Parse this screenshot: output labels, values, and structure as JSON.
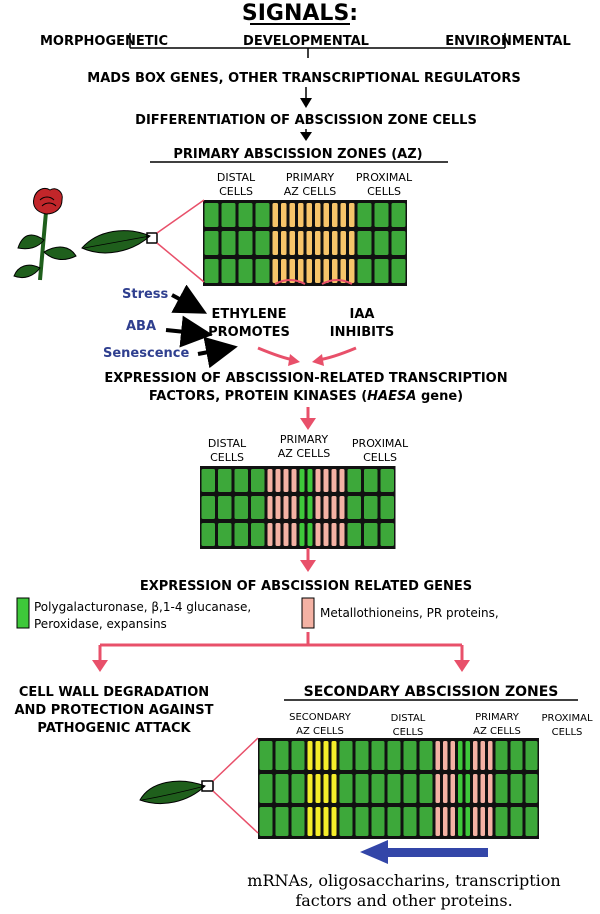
{
  "colors": {
    "green": "#3da83a",
    "green_dark": "#1f5f1c",
    "orange": "#f7c56a",
    "pink": "#f4b2a4",
    "bright_green": "#3ec83a",
    "yellow": "#f5ee2a",
    "red_arrow": "#e8506a",
    "blue_arrow": "#3346a8",
    "blue_text": "#2f3f8f"
  },
  "title": "SIGNALS:",
  "signals": [
    "MORPHOGENETIC",
    "DEVELOPMENTAL",
    "ENVIRONMENTAL"
  ],
  "step1": "MADS BOX GENES, OTHER TRANSCRIPTIONAL REGULATORS",
  "step2": "DIFFERENTIATION OF ABSCISSION ZONE CELLS",
  "primary_az_title": "PRIMARY ABSCISSION ZONES (AZ)",
  "panel1": {
    "distal": [
      "DISTAL",
      "CELLS"
    ],
    "primary": [
      "PRIMARY",
      "AZ CELLS"
    ],
    "proximal": [
      "PROXIMAL",
      "CELLS"
    ]
  },
  "stress_labels": [
    "Stress",
    "ABA",
    "Senescence"
  ],
  "ethylene": [
    "ETHYLENE",
    "PROMOTES"
  ],
  "iaa": [
    "IAA",
    "INHIBITS"
  ],
  "expression1": [
    "EXPRESSION OF ABSCISSION-RELATED TRANSCRIPTION",
    "FACTORS, PROTEIN KINASES ("
  ],
  "haesa": "HAESA",
  "gene": " gene)",
  "panel2": {
    "distal": [
      "DISTAL",
      "CELLS"
    ],
    "primary": [
      "PRIMARY",
      "AZ CELLS"
    ],
    "proximal": [
      "PROXIMAL",
      "CELLS"
    ]
  },
  "expression2": "EXPRESSION OF ABSCISSION RELATED GENES",
  "legend_green": [
    "Polygalacturonase, β,1-4 glucanase,",
    "Peroxidase, expansins"
  ],
  "legend_pink": "Metallothioneins, PR proteins,",
  "cellwall": [
    "CELL WALL DEGRADATION",
    "AND PROTECTION AGAINST",
    "PATHOGENIC ATTACK"
  ],
  "secondary_title": "SECONDARY ABSCISSION ZONES",
  "panel3": {
    "secondary": [
      "SECONDARY",
      "AZ CELLS"
    ],
    "distal": [
      "DISTAL",
      "CELLS"
    ],
    "primary": [
      "PRIMARY",
      "AZ CELLS"
    ],
    "proximal": [
      "PROXIMAL",
      "CELLS"
    ]
  },
  "bottom_text": [
    "mRNAs, oligosaccharins, transcription",
    "factors and other proteins."
  ]
}
